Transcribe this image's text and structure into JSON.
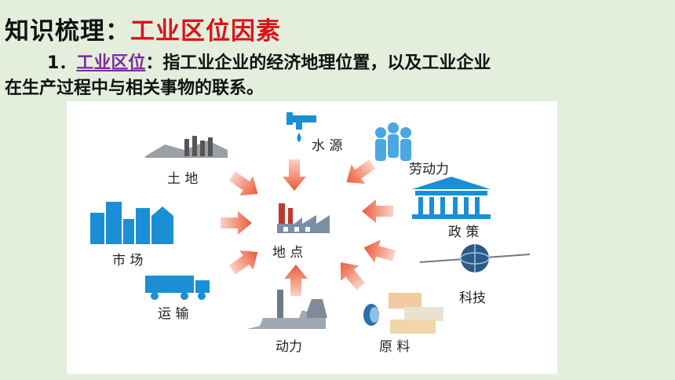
{
  "heading": {
    "prefix": "知识梳理：",
    "highlight": "工业区位因素"
  },
  "definition": {
    "number": "1．",
    "term": "工业区位",
    "line1_rest": "：指工业企业的经济地理位置，以及工业企业",
    "line2": "在生产过程中与相关事物的联系。"
  },
  "diagram": {
    "center": "地 点",
    "factors": {
      "water": "水 源",
      "labor": "劳动力",
      "land": "土 地",
      "policy": "政 策",
      "market": "市 场",
      "tech": "科技",
      "transport": "运 输",
      "power": "动力",
      "materials": "原 料"
    },
    "colors": {
      "arrow": "#f07a5a",
      "icon": "#1a8fd6",
      "title_accent": "#d9141b",
      "term": "#7b2ca0"
    }
  }
}
